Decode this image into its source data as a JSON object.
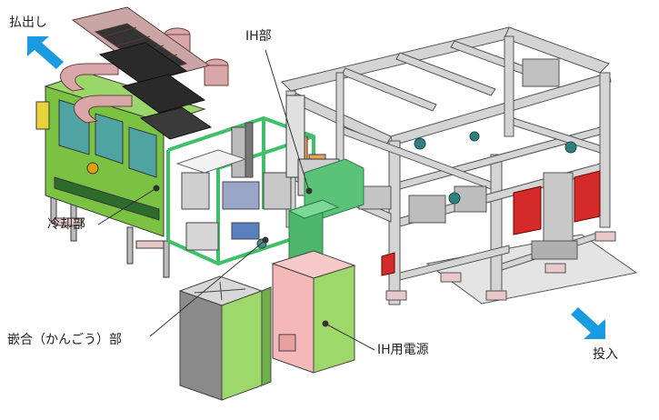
{
  "labels": {
    "outlet": "払出し",
    "ih_section": "IH部",
    "cooling_section": "冷却部",
    "fitting_section": "嵌合（かんごう）部",
    "ih_power_supply": "IH用電源",
    "inlet": "投入"
  },
  "colors": {
    "arrow": "#1a9be0",
    "frame_gray": "#d0d0d0",
    "frame_stroke": "#555555",
    "cooling_green": "#7cc242",
    "duct_pink": "#d9a7a7",
    "guard_green": "#5bc27a",
    "ih_orange": "#f0a050",
    "power_green": "#9fd86a",
    "power_pink": "#f4b8b8",
    "accent_red": "#d42a2a",
    "accent_teal": "#4a8c8c"
  }
}
